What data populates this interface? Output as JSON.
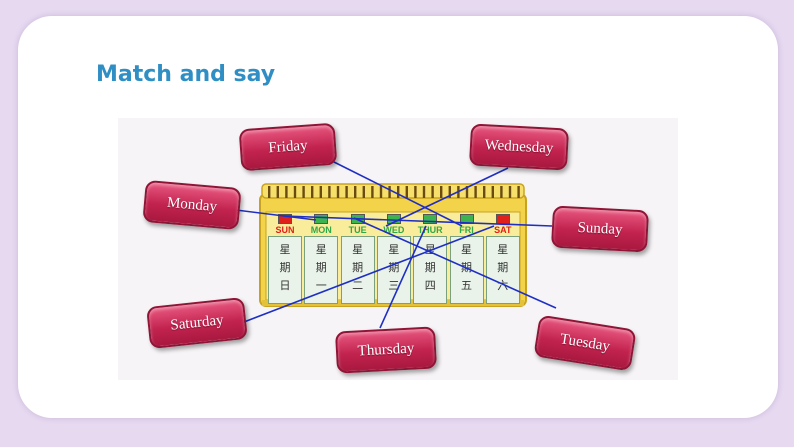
{
  "title": "Match and say",
  "words": {
    "friday": "Friday",
    "wednesday": "Wednesday",
    "monday": "Monday",
    "sunday": "Sunday",
    "saturday": "Saturday",
    "thursday": "Thursday",
    "tuesday": "Tuesday"
  },
  "calendar": {
    "days": [
      {
        "abbr": "SUN",
        "chars": [
          "星",
          "期",
          "日"
        ],
        "abbr_color": "#e0201b"
      },
      {
        "abbr": "MON",
        "chars": [
          "星",
          "期",
          "一"
        ],
        "abbr_color": "#2fa84a"
      },
      {
        "abbr": "TUE",
        "chars": [
          "星",
          "期",
          "二"
        ],
        "abbr_color": "#2fa84a"
      },
      {
        "abbr": "WED",
        "chars": [
          "星",
          "期",
          "三"
        ],
        "abbr_color": "#2fa84a"
      },
      {
        "abbr": "THUR",
        "chars": [
          "星",
          "期",
          "四"
        ],
        "abbr_color": "#2fa84a"
      },
      {
        "abbr": "FRI",
        "chars": [
          "星",
          "期",
          "五"
        ],
        "abbr_color": "#2fa84a"
      },
      {
        "abbr": "SAT",
        "chars": [
          "星",
          "期",
          "六"
        ],
        "abbr_color": "#e0201b"
      }
    ]
  },
  "colors": {
    "background": "#e6d9f0",
    "title": "#2f8fc4",
    "word_card": "#c2234f",
    "calendar_frame": "#f3d34a",
    "match_line": "#1f2fc4"
  }
}
